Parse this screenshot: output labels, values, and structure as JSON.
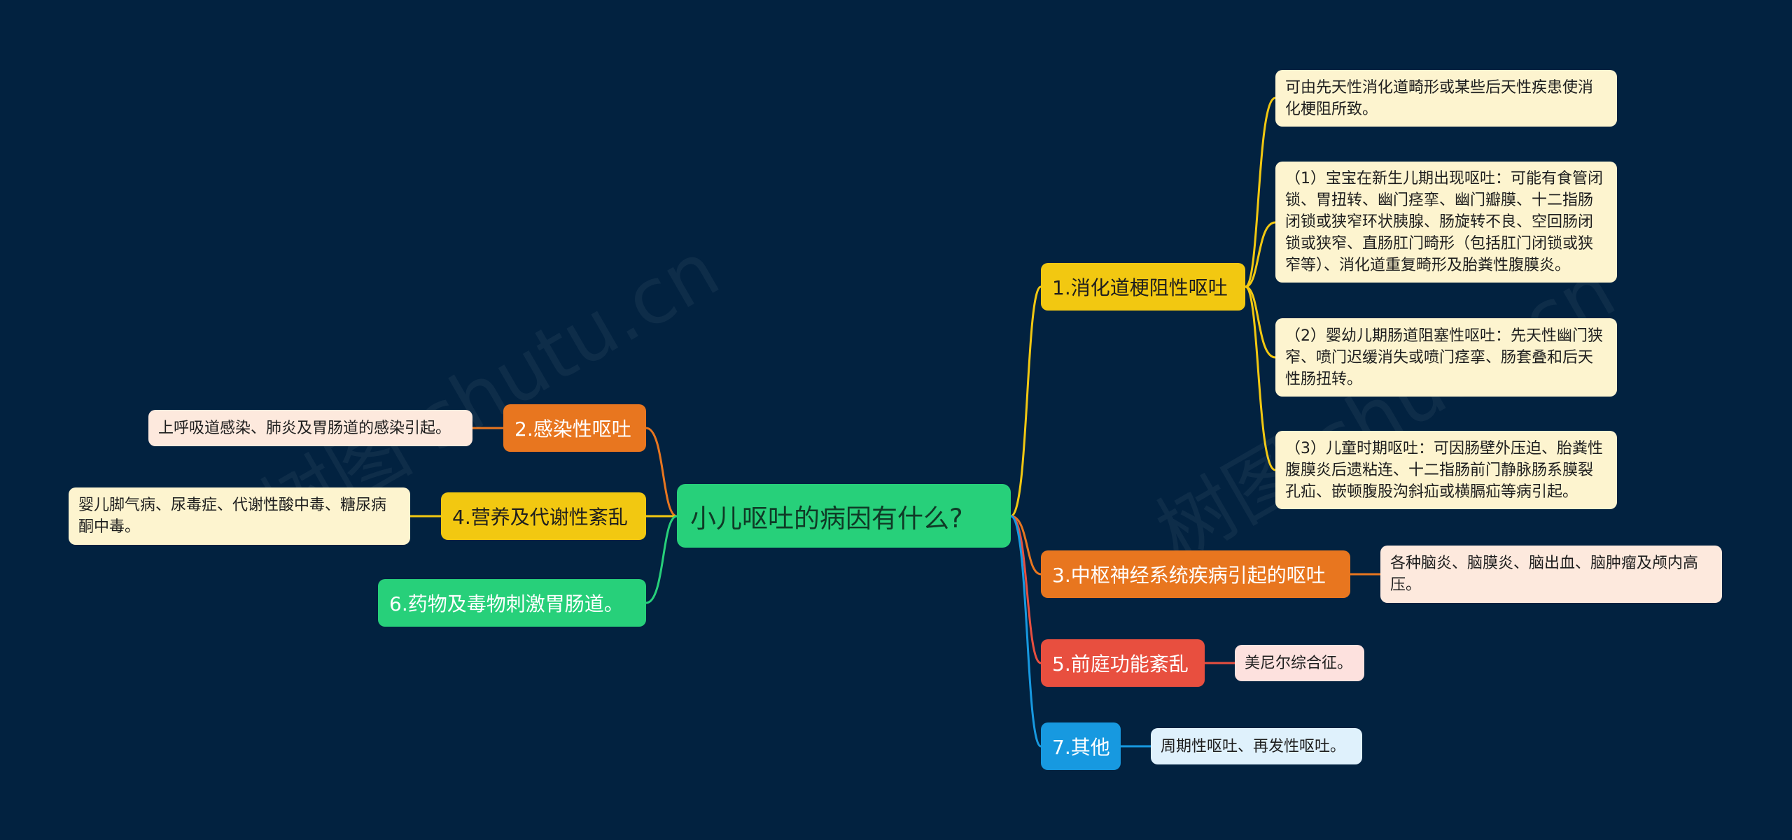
{
  "central": {
    "label": "小儿呕吐的病因有什么?"
  },
  "branches": [
    {
      "label": "1.消化道梗阻性呕吐",
      "leaves": [
        "可由先天性消化道畸形或某些后天性疾患使消化梗阻所致。",
        "（1）宝宝在新生儿期出现呕吐：可能有食管闭锁、胃扭转、幽门痉挛、幽门瓣膜、十二指肠闭锁或狭窄环状胰腺、肠旋转不良、空回肠闭锁或狭窄、直肠肛门畸形（包括肛门闭锁或狭窄等）、消化道重复畸形及胎粪性腹膜炎。",
        "（2）婴幼儿期肠道阻塞性呕吐：先天性幽门狭窄、喷门迟缓消失或喷门痉挛、肠套叠和后天性肠扭转。",
        "（3）儿童时期呕吐：可因肠壁外压迫、胎粪性腹膜炎后遗粘连、十二指肠前门静脉肠系膜裂孔疝、嵌顿腹股沟斜疝或横膈疝等病引起。"
      ]
    },
    {
      "label": "2.感染性呕吐",
      "leaves": [
        "上呼吸道感染、肺炎及胃肠道的感染引起。"
      ]
    },
    {
      "label": "3.中枢神经系统疾病引起的呕吐",
      "leaves": [
        "各种脑炎、脑膜炎、脑出血、脑肿瘤及颅内高压。"
      ]
    },
    {
      "label": "4.营养及代谢性紊乱",
      "leaves": [
        "婴儿脚气病、尿毒症、代谢性酸中毒、糖尿病酮中毒。"
      ]
    },
    {
      "label": "5.前庭功能紊乱",
      "leaves": [
        "美尼尔综合征。"
      ]
    },
    {
      "label": "6.药物及毒物刺激胃肠道。",
      "leaves": []
    },
    {
      "label": "7.其他",
      "leaves": [
        "周期性呕吐、再发性呕吐。"
      ]
    }
  ],
  "watermark": "树图 shutu.cn",
  "colors": {
    "background": "#022240",
    "root": "#27d07a",
    "b1": "#f2c811",
    "b2": "#e8761f",
    "b3": "#e8761f",
    "b4": "#f2c811",
    "b5": "#e84f3f",
    "b6": "#27d07a",
    "b7": "#1799e0"
  }
}
